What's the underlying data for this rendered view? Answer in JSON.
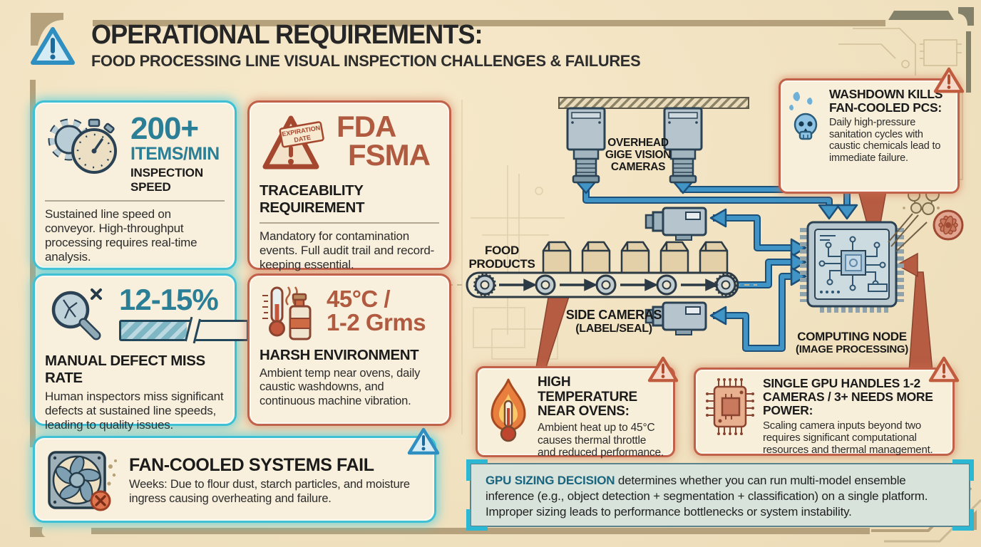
{
  "header": {
    "title": "OPERATIONAL REQUIREMENTS:",
    "subtitle": "FOOD PROCESSING LINE VISUAL INSPECTION CHALLENGES & FAILURES"
  },
  "cards": [
    {
      "id": "inspection-speed",
      "accent": "teal",
      "icon": "gear-stopwatch-icon",
      "stat": "200+",
      "stat2": "ITEMS/MIN",
      "label": "INSPECTION SPEED",
      "body": "Sustained line speed on conveyor. High-throughput processing requires real-time analysis."
    },
    {
      "id": "fda-fsma",
      "accent": "red",
      "icon": "warning-expiration-stamp-icon",
      "stat": "FDA",
      "stat2": "FSMA",
      "stamp_line1": "EXPIRATION",
      "stamp_line2": "DATE",
      "label": "TRACEABILITY REQUIREMENT",
      "body": "Mandatory for contamination events. Full audit trail and record-keeping essential."
    },
    {
      "id": "miss-rate",
      "accent": "teal",
      "icon": "magnifier-crack-icon",
      "stat": "12-15%",
      "label": "MANUAL DEFECT MISS RATE",
      "body": "Human inspectors miss significant defects at sustained line speeds, leading to quality issues."
    },
    {
      "id": "harsh-environment",
      "accent": "red",
      "icon": "thermometer-bottle-icon",
      "stat": "45°C /",
      "stat2": "1-2 Grms",
      "label": "HARSH ENVIRONMENT",
      "body": "Ambient temp near ovens, daily caustic washdowns, and continuous machine vibration."
    },
    {
      "id": "fan-fail",
      "accent": "teal",
      "icon": "cooling-fan-icon",
      "title": "FAN-COOLED SYSTEMS FAIL",
      "body": "Weeks: Due to flour dust, starch particles, and moisture ingress causing overheating and failure."
    }
  ],
  "diagram": {
    "labels": {
      "overhead_cameras": "OVERHEAD GIGE VISION CAMERAS",
      "food_products": "FOOD PRODUCTS",
      "side_cameras": "SIDE CAMERAS",
      "side_cameras_sub": "(LABEL/SEAL)",
      "computing_node": "COMPUTING NODE",
      "computing_node_sub": "(IMAGE PROCESSING)"
    },
    "callouts": [
      {
        "id": "washdown",
        "icon": "skull-water-icon",
        "title": "WASHDOWN KILLS FAN-COOLED PCS:",
        "body": "Daily high-pressure sanitation cycles with caustic chemicals lead to immediate failure."
      },
      {
        "id": "high-temperature",
        "icon": "flame-thermometer-icon",
        "title": "HIGH TEMPERATURE NEAR OVENS:",
        "body": "Ambient heat up to 45°C causes thermal throttle and reduced performance."
      },
      {
        "id": "single-gpu",
        "icon": "gpu-chip-icon",
        "title": "SINGLE GPU HANDLES 1-2 CAMERAS / 3+ NEEDS MORE POWER:",
        "body": "Scaling camera inputs beyond two requires significant computational resources and thermal management."
      }
    ],
    "gpu_note": {
      "lead": "GPU SIZING DECISION",
      "body": " determines whether you can run multi-model ensemble inference (e.g., object detection + segmentation + classification) on a single platform. Improper sizing leads to performance bottlenecks or system instability."
    }
  },
  "colors": {
    "background": "#f1e2c1",
    "teal_accent": "#3fc0d4",
    "teal_text": "#2a7f96",
    "red_accent": "#c2614a",
    "red_text": "#b05a40",
    "arrow_blue": "#4094c6",
    "arrow_outline": "#1d5078",
    "tail_red": "#b65c42",
    "frame_tan": "#b5a27c",
    "note_bg": "#d8e3db",
    "note_lead": "#19647e"
  },
  "icons": [
    "warning-triangle-icon",
    "gear-stopwatch-icon",
    "warning-expiration-stamp-icon",
    "magnifier-crack-icon",
    "thermometer-bottle-icon",
    "cooling-fan-icon",
    "skull-water-icon",
    "flame-thermometer-icon",
    "gpu-chip-icon"
  ]
}
